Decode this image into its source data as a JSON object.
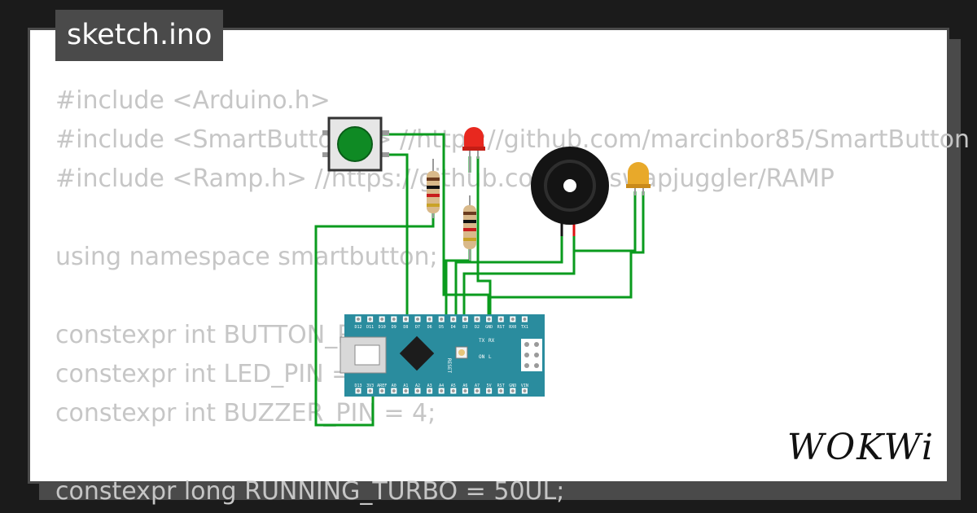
{
  "header": {
    "file_tab": "sketch.ino"
  },
  "code": [
    "#include <Arduino.h>",
    "#include <SmartButton.h> //https://github.com/marcinbor85/SmartButton",
    "#include <Ramp.h> //https://github.com/siteswapjuggler/RAMP",
    "",
    "using namespace smartbutton;",
    "",
    "constexpr int BUTTON_PIN = 2;",
    "constexpr int LED_PIN = 3;",
    "constexpr int BUZZER_PIN = 4;",
    "",
    "constexpr long RUNNING_TURBO = 50UL;"
  ],
  "board": {
    "top_pins": [
      "D12",
      "D11",
      "D10",
      "D9",
      "D8",
      "D7",
      "D6",
      "D5",
      "D4",
      "D3",
      "D2",
      "GND",
      "RST",
      "RX0",
      "TX1"
    ],
    "bottom_pins": [
      "D13",
      "3V3",
      "AREF",
      "A0",
      "A1",
      "A2",
      "A3",
      "A4",
      "A5",
      "A6",
      "A7",
      "5V",
      "RST",
      "GND",
      "VIN"
    ],
    "reset_label": "RESET",
    "led_labels": [
      "TX",
      "RX",
      "ON",
      "L"
    ]
  },
  "brand": "WOKWi",
  "colors": {
    "wire": "#0a9b1e",
    "led_red": "#e8281f",
    "led_yellow": "#e8a92a",
    "board": "#2a8c9e",
    "button_cap": "#0f8a24"
  }
}
